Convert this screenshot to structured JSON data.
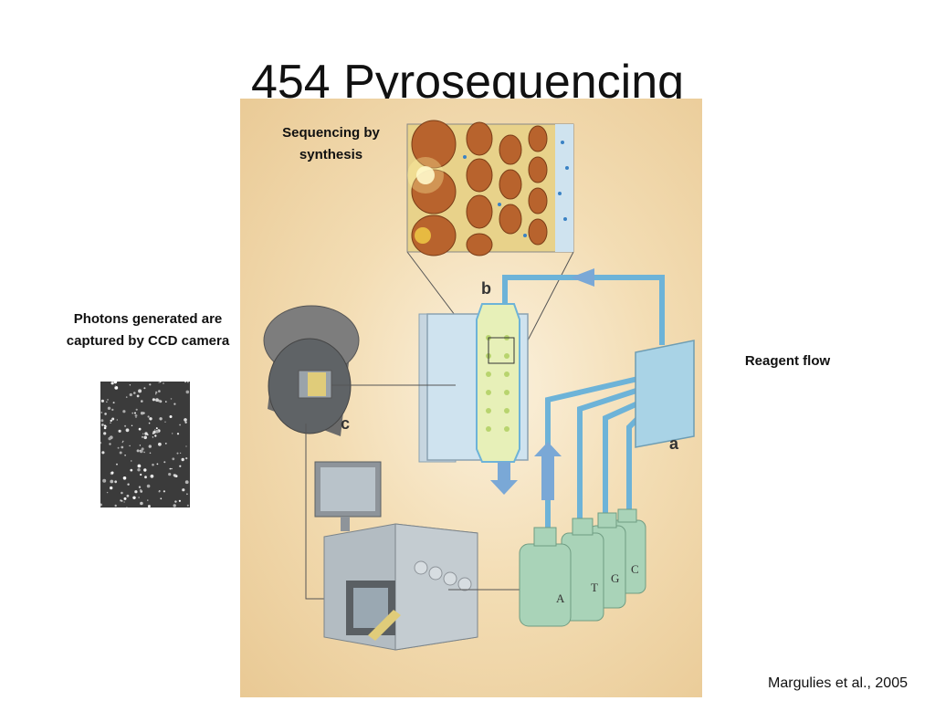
{
  "slide": {
    "title": "454 Pyrosequencing",
    "citation": "Margulies et al., 2005"
  },
  "labels": {
    "sequencing": "Sequencing by synthesis",
    "photons": "Photons generated are captured by CCD camera",
    "reagent": "Reagent flow"
  },
  "figure_letters": {
    "a": "a",
    "b": "b",
    "c": "c"
  },
  "bottles": [
    "A",
    "T",
    "G",
    "C"
  ],
  "colors": {
    "tube": "#6db3d8",
    "flowcell": "#cfe3ef",
    "bead": "#b8632d",
    "bottle": "#a9d3b8",
    "background": "#f3ddb4"
  }
}
